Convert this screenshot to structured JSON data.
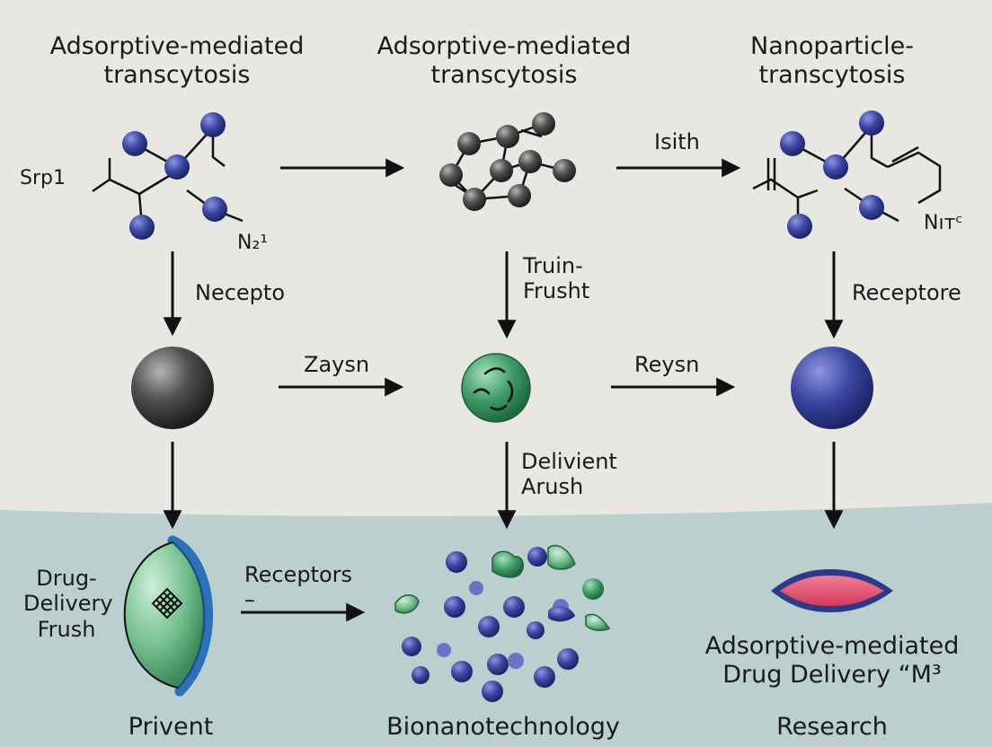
{
  "columns": {
    "left": {
      "title_line1": "Adsorptive-mediated",
      "title_line2": "transcytosis"
    },
    "middle": {
      "title_line1": "Adsorptive-mediated",
      "title_line2": "transcytosis"
    },
    "right": {
      "title_line1": "Nanoparticle-",
      "title_line2": "transcytosis"
    }
  },
  "molecule_labels": {
    "left_side": "Srp1",
    "left_bottom": "N₂¹",
    "right_bottom": "Nıтᶜ"
  },
  "arrow_labels": {
    "top_right": "Isith",
    "left_down": "Necepto",
    "middle_down_line1": "Truin-",
    "middle_down_line2": "Frusht",
    "right_down": "Receptore",
    "middle_left": "Zaysn",
    "middle_right": "Reysn",
    "lower_down_line1": "Delivient",
    "lower_down_line2": "Arush",
    "bottom_left_line1": "Receptors",
    "bottom_left_line2": "–"
  },
  "bottom_labels": {
    "left_line1": "Drug-",
    "left_line2": "Delivery",
    "left_line3": "Frush",
    "right_line1": "Adsorptive-mediated",
    "right_line2": "Drug Delivery “M³"
  },
  "footer": {
    "left": "Privent",
    "middle": "Bionanotechnology",
    "right": "Research"
  },
  "colors": {
    "background_top": "#e9e7e4",
    "background_bottom": "#bccfcf",
    "blue_atom": "#3a45a0",
    "dark_atom": "#4a4a4a",
    "green_sphere": "#3f9d6a",
    "red_capsule": "#e0506b"
  }
}
